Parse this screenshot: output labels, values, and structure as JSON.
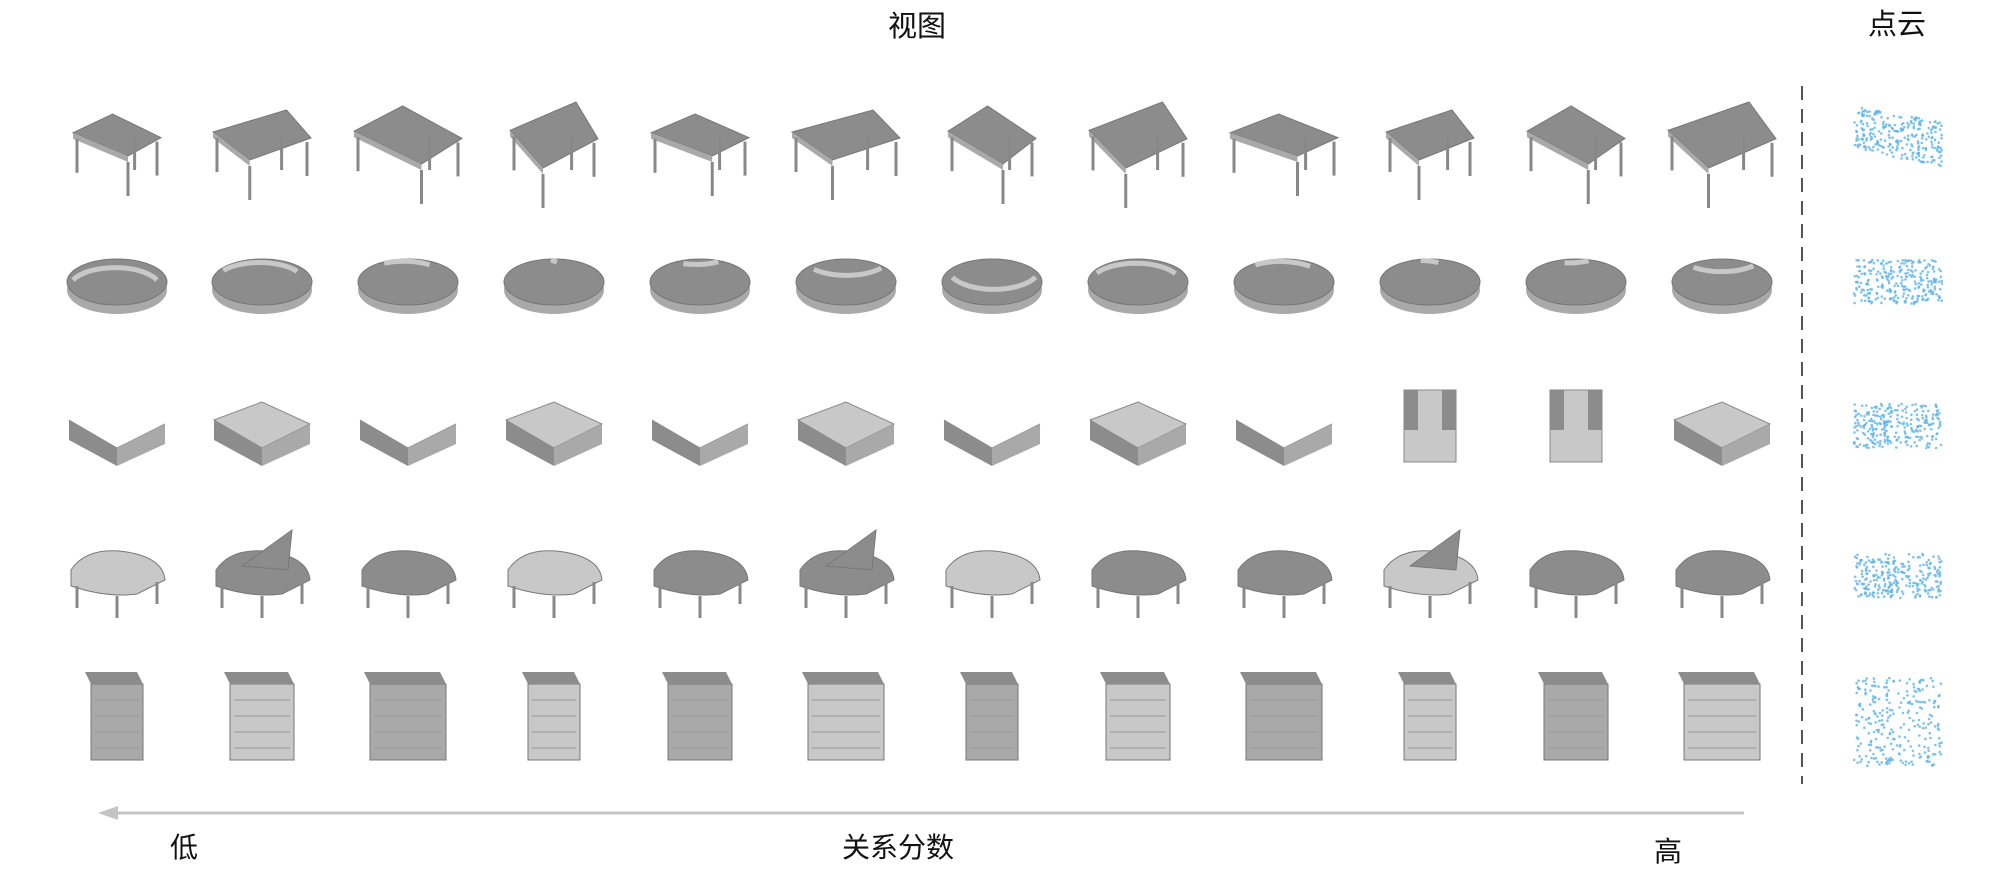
{
  "titles": {
    "views": "视图",
    "point_cloud": "点云"
  },
  "axis": {
    "low": "低",
    "name": "关系分数",
    "high": "高",
    "direction": "left"
  },
  "rows": [
    {
      "category": "desk",
      "views": 12
    },
    {
      "category": "round-table",
      "views": 12
    },
    {
      "category": "sofa",
      "views": 12
    },
    {
      "category": "piano",
      "views": 12
    },
    {
      "category": "dresser",
      "views": 12
    }
  ],
  "colors": {
    "model_top": "#8c8c8c",
    "model_side": "#a9a9a9",
    "model_light": "#c8c8c8",
    "point_cloud": "#5fb4e8",
    "arrow": "#c4c4c4",
    "divider": "#555555"
  }
}
